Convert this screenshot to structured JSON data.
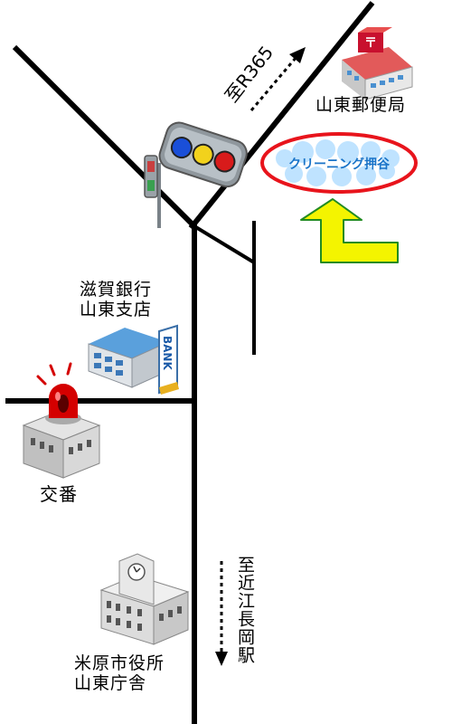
{
  "labels": {
    "post_office": "山東郵便局",
    "bank_line1": "滋賀銀行",
    "bank_line2": "山東支店",
    "koban": "交番",
    "city_office_line1": "米原市役所",
    "city_office_line2": "山東庁舎",
    "to_route": "至R365",
    "to_station": "至近江長岡駅",
    "destination": "クリーニング押谷",
    "bank_sign": "BANK"
  },
  "colors": {
    "road": "#000000",
    "arrow_yellow": "#f4f400",
    "arrow_outline": "#228b22",
    "badge_outline": "#e8141c",
    "badge_fill": "#bfe3ff",
    "post_red": "#c8102e",
    "siren_red": "#d40000"
  },
  "icons": [
    "traffic-light-icon",
    "post-office-icon",
    "bank-icon",
    "police-box-icon",
    "city-hall-icon"
  ]
}
